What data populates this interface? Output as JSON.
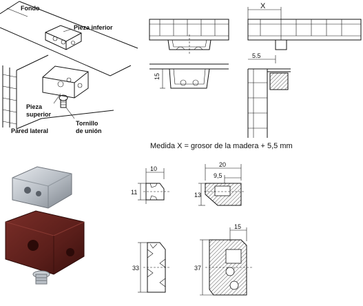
{
  "labels": {
    "fondo": "Fondo",
    "pieza_inferior": "Pieza inferior",
    "pieza": "Pieza",
    "superior": "superior",
    "tornillo": "Tornillo",
    "de_union": "de unión",
    "pared_lateral": "Pared lateral"
  },
  "caption": "Medida X = grosor de la madera + 5,5 mm",
  "dimensions": {
    "x": "X",
    "d_5_5": "5.5",
    "d_15a": "15",
    "d_10": "10",
    "d_11": "11",
    "d_20": "20",
    "d_9_5": "9,5",
    "d_13": "13",
    "d_15b": "15",
    "d_33": "33",
    "d_37": "37"
  },
  "colors": {
    "silver_part": "#b9bfc6",
    "brown_part": "#5a1e1a",
    "hatch": "#555555"
  }
}
